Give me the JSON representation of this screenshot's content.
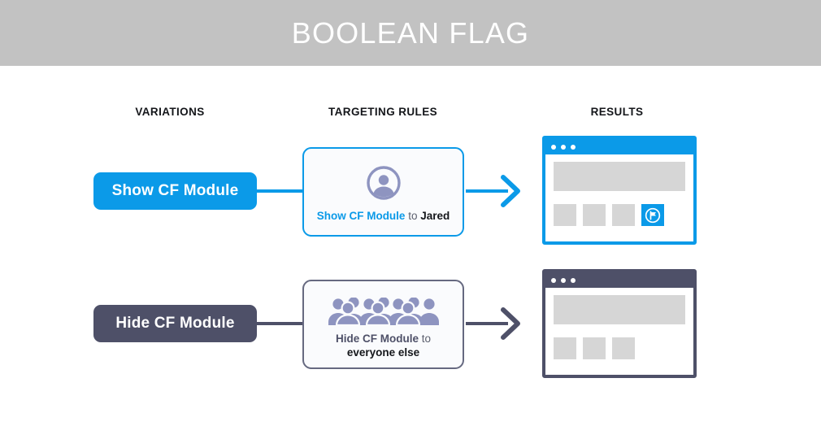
{
  "header": {
    "title": "BOOLEAN FLAG",
    "bg_color": "#c2c2c2",
    "text_color": "#ffffff"
  },
  "colors": {
    "accent_blue": "#0b9ae8",
    "slate_dark": "#4e5068",
    "icon_purple": "#8e94c0",
    "block_gray": "#d6d6d6",
    "card_bg": "#fafbfd"
  },
  "columns": [
    {
      "label": "VARIATIONS"
    },
    {
      "label": "TARGETING RULES"
    },
    {
      "label": "RESULTS"
    }
  ],
  "rows": [
    {
      "variation": {
        "label": "Show CF Module",
        "color": "#0b9ae8"
      },
      "rule": {
        "icon": "single-person-icon",
        "lead": "Show CF Module",
        "conjunction": "to",
        "target": "Jared",
        "border_color": "#0b9ae8"
      },
      "arrow": {
        "color": "#0b9ae8"
      },
      "result": {
        "chrome_color": "#0b9ae8",
        "dots": 3,
        "tiles": 3,
        "flag_tile": true,
        "flag_icon": "flag-circle-icon"
      }
    },
    {
      "variation": {
        "label": "Hide CF Module",
        "color": "#4e5068"
      },
      "rule": {
        "icon": "crowd-people-icon",
        "lead": "Hide CF Module",
        "conjunction": "to",
        "target": "everyone else",
        "border_color": "#666980"
      },
      "arrow": {
        "color": "#4e5068"
      },
      "result": {
        "chrome_color": "#4e5068",
        "dots": 3,
        "tiles": 3,
        "flag_tile": false,
        "flag_icon": null
      }
    }
  ]
}
